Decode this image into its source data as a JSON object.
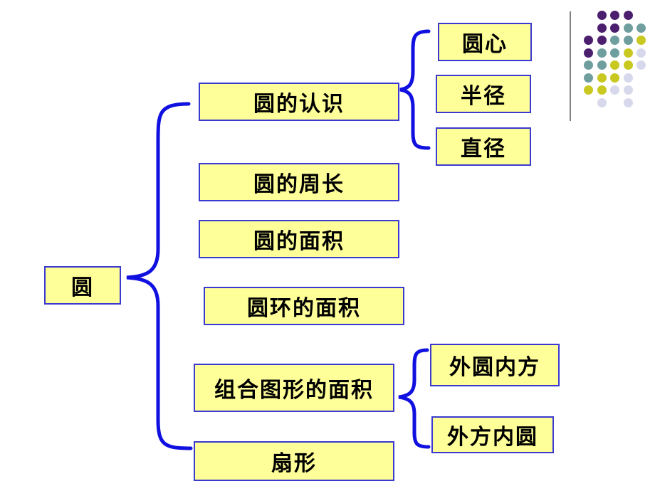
{
  "root": "圆",
  "topics": [
    "圆的认识",
    "圆的周长",
    "圆的面积",
    "圆环的面积",
    "组合图形的面积",
    "扇形"
  ],
  "sub_recognition": [
    "圆心",
    "半径",
    "直径"
  ],
  "sub_combined": [
    "外圆内方",
    "外方内圆"
  ],
  "colors": {
    "box_fill": "#ffff99",
    "box_border": "#3a3ad0",
    "brace": "#1010e0",
    "dot_purple": "#4b1f6e",
    "dot_teal": "#6e9e9e",
    "dot_yellow": "#c8c820",
    "dot_lavender": "#d8d8ec"
  }
}
